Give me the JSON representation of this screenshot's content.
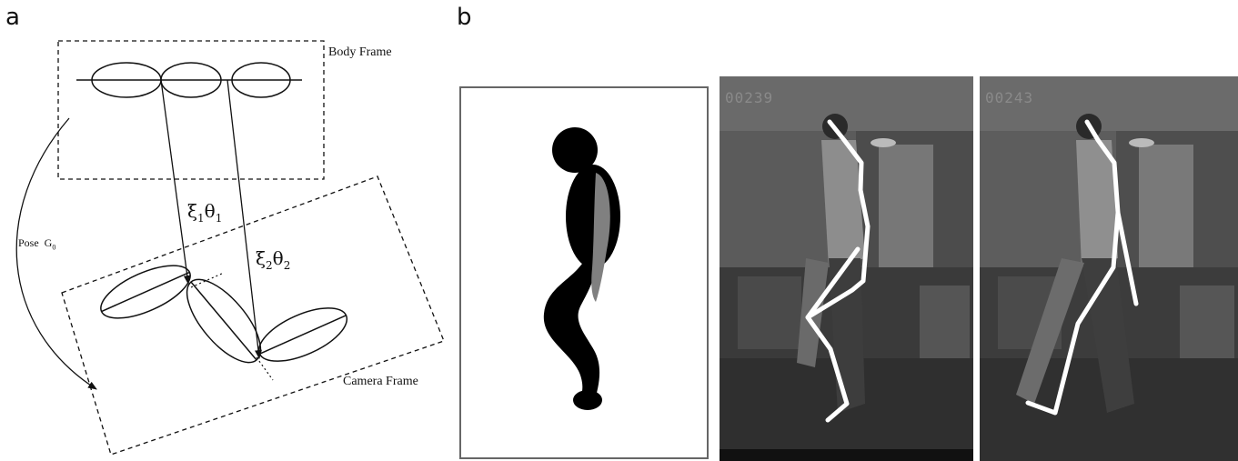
{
  "panel_a": {
    "letter": "a",
    "body_frame_label": "Body Frame",
    "camera_frame_label": "Camera Frame",
    "pose_label_prefix": "Pose",
    "pose_symbol": "G",
    "pose_subscript": "0",
    "twist1_xi": "ξ",
    "twist1_xi_sub": "1",
    "twist1_theta": "θ",
    "twist1_theta_sub": "1",
    "twist2_xi": "ξ",
    "twist2_xi_sub": "2",
    "twist2_theta": "θ",
    "twist2_theta_sub": "2"
  },
  "panel_b": {
    "letter": "b",
    "frame1_number": "00239",
    "frame2_number": "00243"
  },
  "colors": {
    "silhouette_dark": "#000000",
    "silhouette_gray": "#808080",
    "skeleton_line": "#ffffff"
  }
}
